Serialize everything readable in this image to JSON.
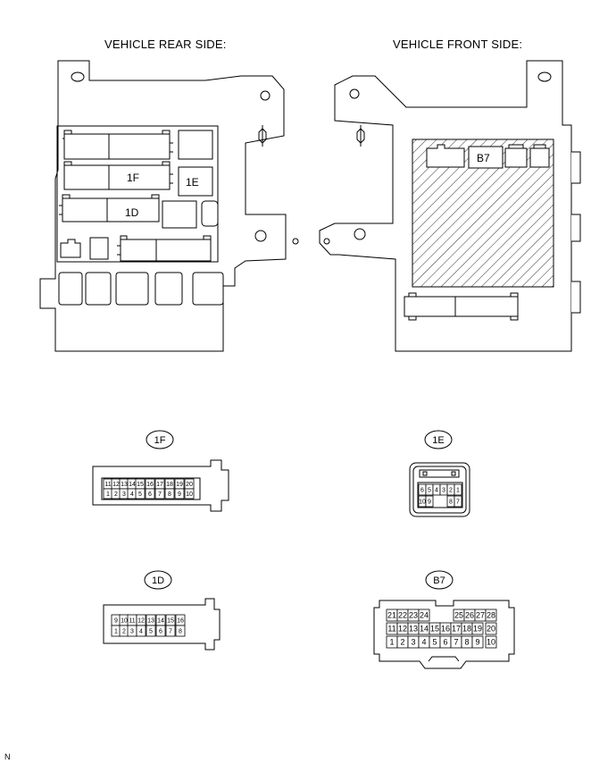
{
  "titles": {
    "rear": "VEHICLE REAR SIDE:",
    "front": "VEHICLE FRONT SIDE:"
  },
  "rear_labels": {
    "c1F": "1F",
    "c1E": "1E",
    "c1D": "1D"
  },
  "front_labels": {
    "cB7": "B7"
  },
  "connectors": {
    "1F": {
      "tag": "1F",
      "top": [
        "11",
        "12",
        "13",
        "14",
        "15",
        "16",
        "17",
        "18",
        "19",
        "20"
      ],
      "bottom": [
        "1",
        "2",
        "3",
        "4",
        "5",
        "6",
        "7",
        "8",
        "9",
        "10"
      ]
    },
    "1E": {
      "tag": "1E",
      "top": [
        "6",
        "5",
        "4",
        "3",
        "2",
        "1"
      ],
      "bottom": [
        "10",
        "9",
        "8",
        "7"
      ]
    },
    "1D": {
      "tag": "1D",
      "top": [
        "9",
        "10",
        "11",
        "12",
        "13",
        "14",
        "15",
        "16"
      ],
      "bottom": [
        "1",
        "2",
        "3",
        "4",
        "5",
        "6",
        "7",
        "8"
      ]
    },
    "B7": {
      "tag": "B7",
      "row1": [
        "21",
        "22",
        "23",
        "24",
        "25",
        "26",
        "27",
        "28"
      ],
      "row2": [
        "11",
        "12",
        "13",
        "14",
        "15",
        "16",
        "17",
        "18",
        "19",
        "20"
      ],
      "row3": [
        "1",
        "2",
        "3",
        "4",
        "5",
        "6",
        "7",
        "8",
        "9",
        "10"
      ]
    }
  },
  "footer": {
    "code": "N"
  }
}
